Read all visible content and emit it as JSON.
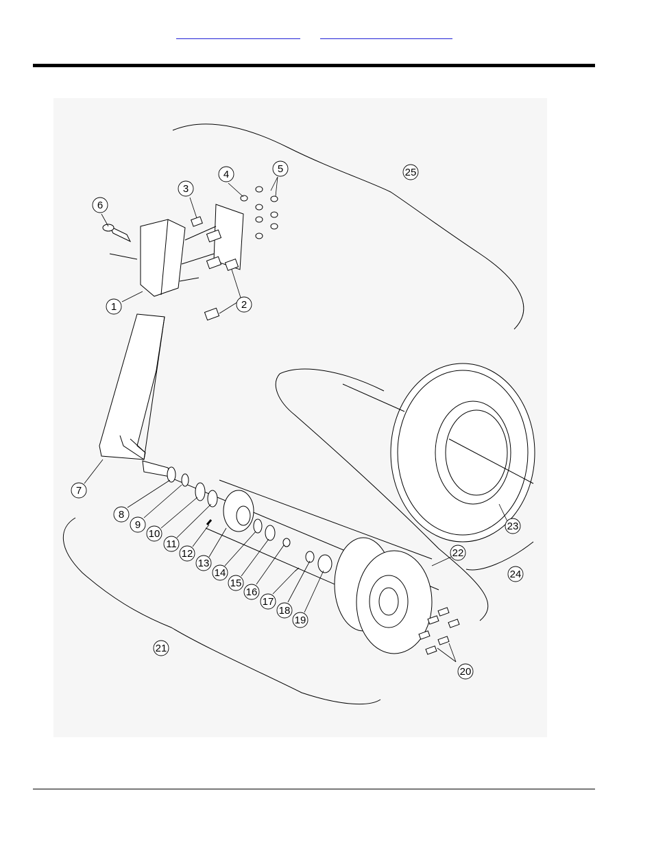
{
  "header": {
    "link_left": "",
    "link_right": ""
  },
  "diagram": {
    "callouts": [
      "1",
      "2",
      "3",
      "4",
      "5",
      "6",
      "7",
      "8",
      "9",
      "10",
      "11",
      "12",
      "13",
      "14",
      "15",
      "16",
      "17",
      "18",
      "19",
      "20",
      "21",
      "22",
      "23",
      "24",
      "25"
    ]
  }
}
